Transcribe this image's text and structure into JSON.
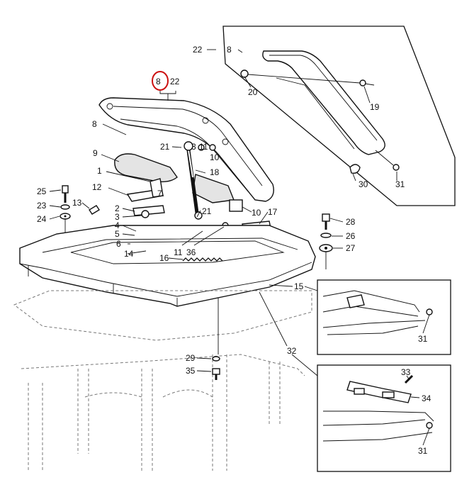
{
  "highlight_color": "#cc1111",
  "callouts": {
    "c8_top": "8",
    "c22_top": "22",
    "c22_inset": "22",
    "c8_inset": "8",
    "c20": "20",
    "c19": "19",
    "c30": "30",
    "c31_inset1": "31",
    "c8_left": "8",
    "c9": "9",
    "c1": "1",
    "c12": "12",
    "c13": "13",
    "c25": "25",
    "c23": "23",
    "c24": "24",
    "c21a": "21",
    "c3": "3",
    "c11a": "11",
    "c10a": "10",
    "c18": "18",
    "c7": "7",
    "c2": "2",
    "c3b": "3",
    "c4": "4",
    "c5": "5",
    "c6": "6",
    "c14": "14",
    "c16": "16",
    "c21b": "21",
    "c11b": "11",
    "c36": "36",
    "c10b": "10",
    "c17": "17",
    "c28": "28",
    "c26": "26",
    "c27": "27",
    "c15": "15",
    "c31_inset2": "31",
    "c32": "32",
    "c29": "29",
    "c35": "35",
    "c33": "33",
    "c34": "34",
    "c31_inset3": "31"
  }
}
